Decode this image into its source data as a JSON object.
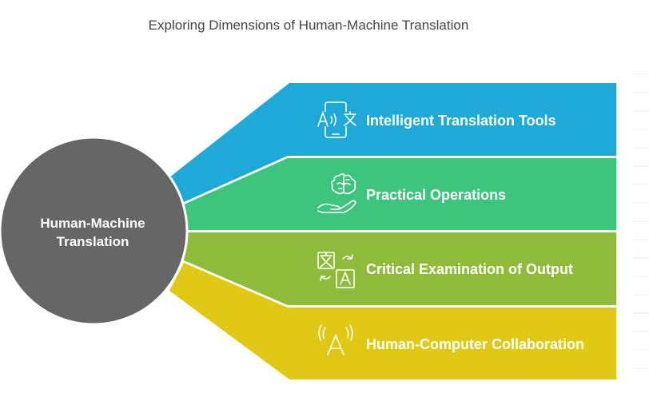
{
  "title": "Exploring Dimensions of Human-Machine Translation",
  "center": {
    "line1": "Human-Machine",
    "line2": "Translation",
    "color": "#666666"
  },
  "branches": [
    {
      "label": "Intelligent Translation Tools",
      "color": "#1fa9d8",
      "icon": "phone-translate-icon"
    },
    {
      "label": "Practical Operations",
      "color": "#3dc47d",
      "icon": "brain-hand-icon"
    },
    {
      "label": "Critical Examination of Output",
      "color": "#8fbb3a",
      "icon": "language-swap-icon"
    },
    {
      "label": "Human-Computer Collaboration",
      "color": "#e0c814",
      "icon": "signal-letter-icon"
    }
  ]
}
